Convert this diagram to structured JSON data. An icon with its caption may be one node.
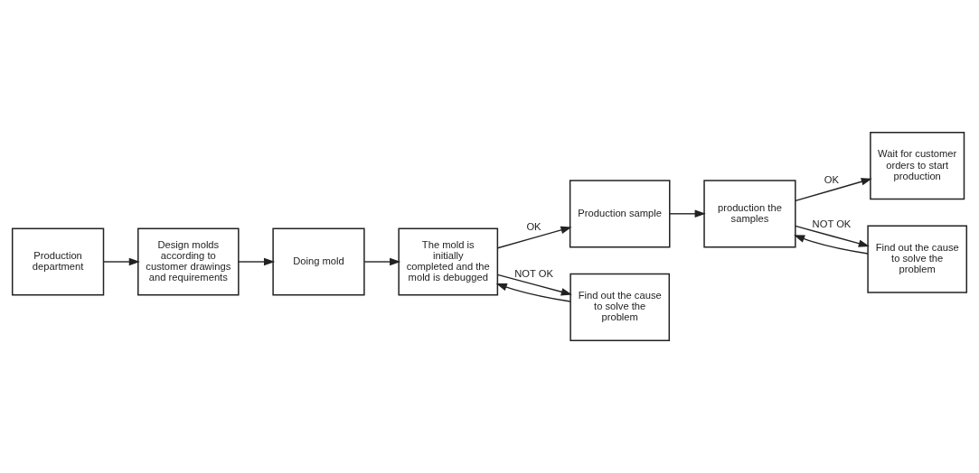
{
  "diagram": {
    "nodes": [
      {
        "text": [
          "Production department"
        ]
      },
      {
        "text": [
          "Design molds according to customer drawings and requirements"
        ]
      },
      {
        "text": [
          "Doing mold"
        ]
      },
      {
        "text": [
          "The mold is initially completed and the mold is debugged"
        ]
      },
      {
        "text": [
          "Production sample"
        ]
      },
      {
        "text": [
          "Find out the cause to solve the problem"
        ]
      },
      {
        "text": [
          "production the samples"
        ]
      },
      {
        "text": [
          "Wait for customer orders to start production"
        ]
      },
      {
        "text": [
          "Find out the cause to solve the problem"
        ]
      }
    ],
    "edges": [
      {
        "from": 0,
        "to": 1,
        "arrow": "to"
      },
      {
        "from": 1,
        "to": 2,
        "arrow": "to"
      },
      {
        "from": 2,
        "to": 3,
        "arrow": "to"
      },
      {
        "from": 3,
        "to": 4,
        "arrow": "to",
        "label": "OK"
      },
      {
        "from": 3,
        "to": 5,
        "arrow": "to",
        "label": "NOT OK"
      },
      {
        "from": 5,
        "to": 3,
        "arrow": "to"
      },
      {
        "from": 4,
        "to": 6,
        "arrow": "to"
      },
      {
        "from": 6,
        "to": 7,
        "arrow": "to",
        "label": "OK"
      },
      {
        "from": 6,
        "to": 8,
        "arrow": "to",
        "label": "NOT OK"
      },
      {
        "from": 8,
        "to": 6,
        "arrow": "to"
      }
    ]
  }
}
